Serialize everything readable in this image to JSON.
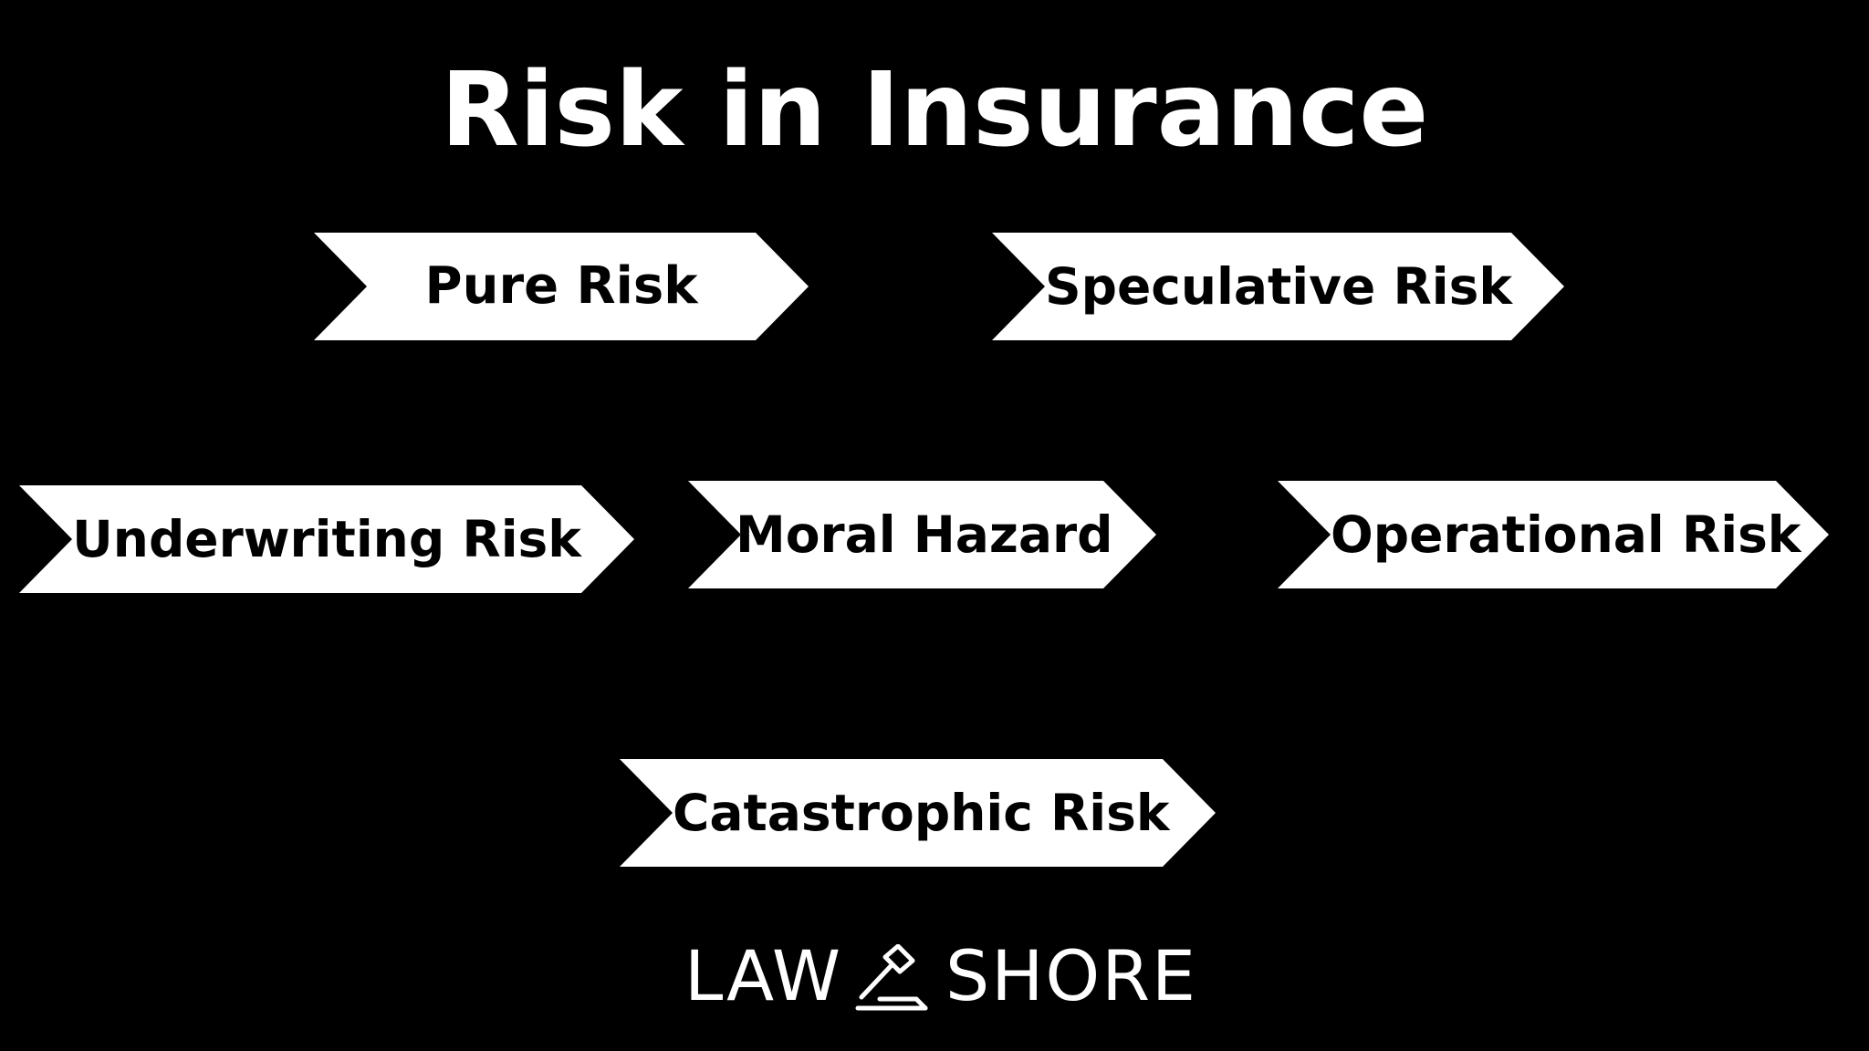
{
  "title": "Risk in Insurance",
  "risks": {
    "pure": "Pure Risk",
    "speculative": "Speculative Risk",
    "underwriting": "Underwriting Risk",
    "moral": "Moral Hazard",
    "operational": "Operational Risk",
    "catastrophic": "Catastrophic Risk"
  },
  "logo": {
    "left_word": "LAW",
    "right_word": "SHORE",
    "icon": "gavel-icon"
  },
  "colors": {
    "background": "#000000",
    "shape_fill": "#ffffff",
    "shape_text": "#000000",
    "title_text": "#ffffff"
  }
}
